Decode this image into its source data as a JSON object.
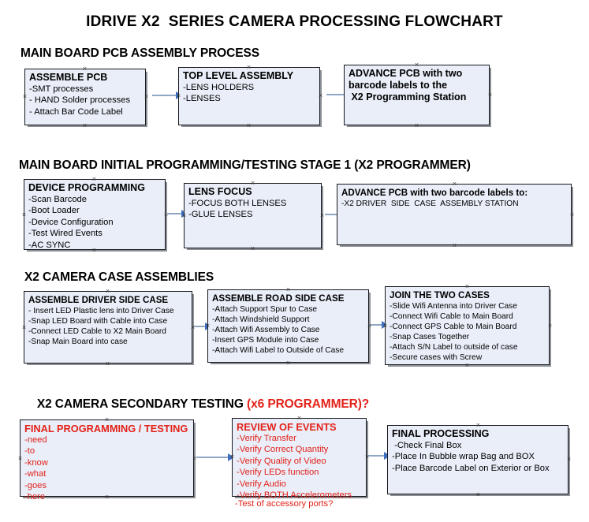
{
  "document": {
    "title": "IDRIVE X2  SERIES CAMERA PROCESSING FLOWCHART",
    "accent_black": "#000000",
    "accent_red": "#e32119",
    "node_fill": "#e9eef8",
    "arrow_color": "#3f6fc0"
  },
  "sections": [
    {
      "id": "pcb-assembly",
      "heading": "MAIN BOARD PCB ASSEMBLY PROCESS",
      "heading_suffix": "",
      "nodes": [
        {
          "id": "assemble-pcb",
          "title": "ASSEMBLE PCB",
          "lines": [
            "-SMT processes",
            "- HAND Solder processes",
            "- Attach Bar Code Label"
          ]
        },
        {
          "id": "top-level-assembly",
          "title": "TOP LEVEL ASSEMBLY",
          "lines": [
            "-LENS HOLDERS",
            "-LENSES"
          ]
        },
        {
          "id": "advance-pcb-programming-station",
          "title": "ADVANCE PCB with two",
          "lines": [
            "barcode labels to the",
            " X2 Programming Station"
          ]
        }
      ]
    },
    {
      "id": "initial-programming",
      "heading": "MAIN BOARD INITIAL PROGRAMMING/TESTING STAGE 1 (X2 PROGRAMMER)",
      "heading_suffix": "",
      "nodes": [
        {
          "id": "device-programming",
          "title": "DEVICE PROGRAMMING",
          "lines": [
            "-Scan Barcode",
            "-Boot Loader",
            "-Device Configuration",
            "-Test Wired Events",
            "-AC SYNC"
          ]
        },
        {
          "id": "lens-focus",
          "title": "LENS FOCUS",
          "lines": [
            "-FOCUS BOTH LENSES",
            "-GLUE LENSES"
          ]
        },
        {
          "id": "advance-pcb-driver-side",
          "title": "ADVANCE PCB with two barcode labels to:",
          "lines": [
            "-X2 DRIVER  SIDE  CASE  ASSEMBLY STATION"
          ]
        }
      ]
    },
    {
      "id": "case-assemblies",
      "heading": "X2 CAMERA CASE ASSEMBLIES",
      "heading_suffix": "",
      "nodes": [
        {
          "id": "assemble-driver-side-case",
          "title": "ASSEMBLE DRIVER SIDE CASE",
          "lines": [
            "- Insert LED Plastic lens into Driver Case",
            "-Snap LED Board with Cable into Case",
            "-Connect LED Cable to X2 Main Board",
            "-Snap Main Board into case"
          ]
        },
        {
          "id": "assemble-road-side-case",
          "title": "ASSEMBLE ROAD SIDE CASE",
          "lines": [
            "-Attach Support Spur to Case",
            "-Attach Windshield Support",
            "-Attach Wifi Assembly to Case",
            "-Insert GPS Module into Case",
            "-Attach Wifi Label to Outside of Case"
          ]
        },
        {
          "id": "join-the-two-cases",
          "title": "JOIN THE TWO CASES",
          "lines": [
            "-Slide Wifi Antenna into Driver Case",
            "-Connect Wifi Cable to Main Board",
            "-Connect GPS Cable to Main Board",
            "-Snap Cases Together",
            "-Attach S/N Label to outside of case",
            "-Secure cases with Screw"
          ]
        }
      ]
    },
    {
      "id": "secondary-testing",
      "heading": "X2 CAMERA SECONDARY TESTING ",
      "heading_suffix": "(x6 PROGRAMMER)?",
      "nodes": [
        {
          "id": "final-programming-testing",
          "title": "FINAL PROGRAMMING / TESTING",
          "lines": [
            "-need",
            "-to",
            "-know",
            "-what",
            "-goes",
            "-here"
          ]
        },
        {
          "id": "review-of-events",
          "title": "REVIEW OF EVENTS",
          "lines": [
            "-Verify Transfer",
            "-Verify Correct Quantity",
            "-Verify Quality of Video",
            "-Verify LEDs function",
            "-Verify Audio",
            "-Verify BOTH Accelerometers"
          ],
          "overflow_line": "-Test of accessory ports?"
        },
        {
          "id": "final-processing",
          "title": "FINAL PROCESSING",
          "lines": [
            " -Check Final Box",
            "-Place In Bubble wrap Bag and BOX",
            "-Place Barcode Label on Exterior or Box"
          ]
        }
      ]
    }
  ]
}
